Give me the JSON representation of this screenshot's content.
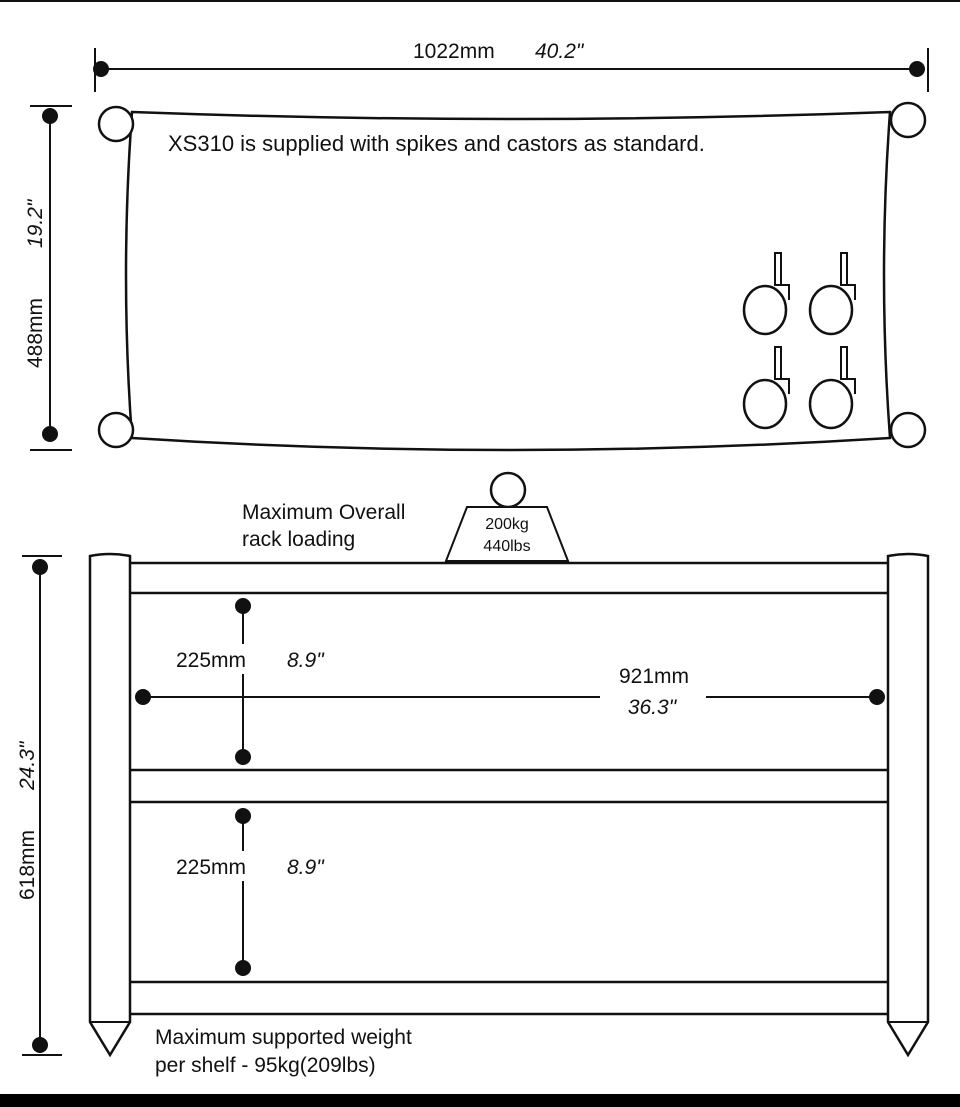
{
  "top_view": {
    "width_mm": "1022mm",
    "width_in": "40.2\"",
    "depth_mm": "488mm",
    "depth_in": "19.2\"",
    "note": "XS310 is supplied with spikes and castors as standard."
  },
  "front_view": {
    "max_loading_label_line1": "Maximum Overall",
    "max_loading_label_line2": "rack loading",
    "weight_kg": "200kg",
    "weight_lbs": "440lbs",
    "height_mm": "618mm",
    "height_in": "24.3\"",
    "shelf_gap_1_mm": "225mm",
    "shelf_gap_1_in": "8.9\"",
    "shelf_gap_2_mm": "225mm",
    "shelf_gap_2_in": "8.9\"",
    "inner_width_mm": "921mm",
    "inner_width_in": "36.3\"",
    "max_shelf_weight_line1": "Maximum supported weight",
    "max_shelf_weight_line2": "per shelf - 95kg(209lbs)"
  },
  "colors": {
    "line": "#111111",
    "background": "#ffffff",
    "bottom_bar": "#000000"
  }
}
